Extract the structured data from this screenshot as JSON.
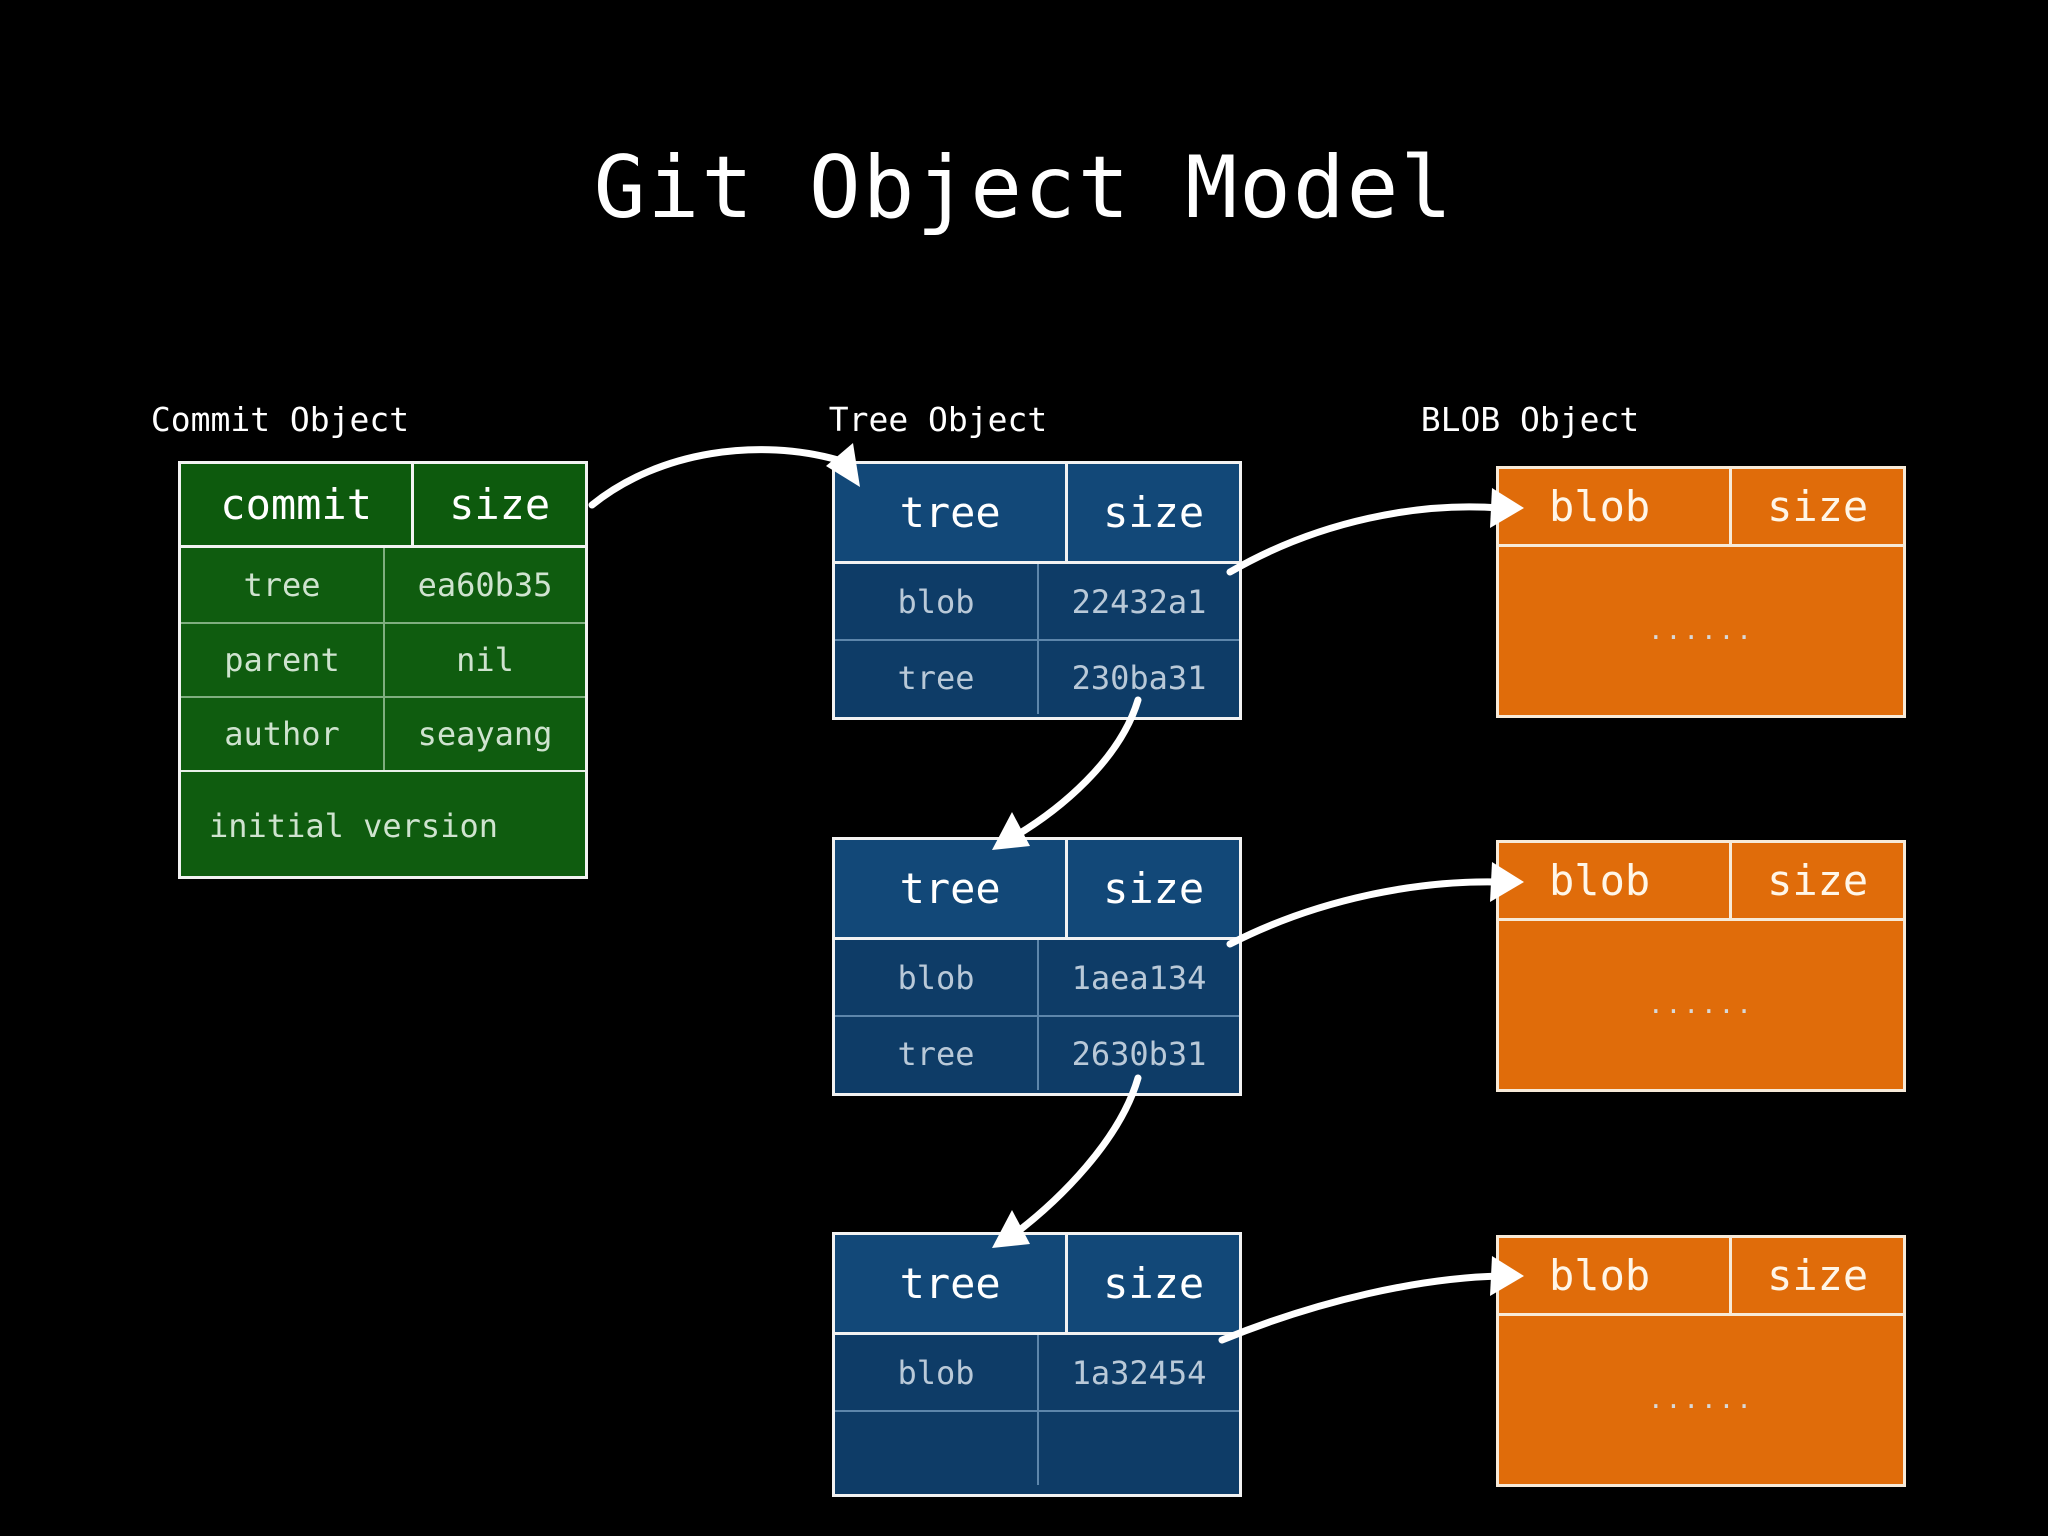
{
  "title": "Git Object Model",
  "captions": {
    "commit": "Commit Object",
    "tree": "Tree Object",
    "blob": "BLOB Object"
  },
  "colors": {
    "background": "#000000",
    "commit_green": "#0f5c0f",
    "tree_blue": "#0e3c67",
    "blob_orange": "#e06c0a",
    "border": "#f2f2f2",
    "title_text": "#ffffff"
  },
  "commit_object": {
    "header": {
      "type": "commit",
      "size": "size"
    },
    "rows": [
      {
        "key": "tree",
        "value": "ea60b35"
      },
      {
        "key": "parent",
        "value": "nil"
      },
      {
        "key": "author",
        "value": "seayang"
      }
    ],
    "message": "initial version"
  },
  "tree_objects": [
    {
      "header": {
        "type": "tree",
        "size": "size"
      },
      "rows": [
        {
          "key": "blob",
          "value": "22432a1"
        },
        {
          "key": "tree",
          "value": "230ba31"
        }
      ]
    },
    {
      "header": {
        "type": "tree",
        "size": "size"
      },
      "rows": [
        {
          "key": "blob",
          "value": "1aea134"
        },
        {
          "key": "tree",
          "value": "2630b31"
        }
      ]
    },
    {
      "header": {
        "type": "tree",
        "size": "size"
      },
      "rows": [
        {
          "key": "blob",
          "value": "1a32454"
        },
        {
          "key": "",
          "value": ""
        }
      ]
    }
  ],
  "blob_objects": [
    {
      "header": {
        "type": "blob",
        "size": "size"
      },
      "body": "......"
    },
    {
      "header": {
        "type": "blob",
        "size": "size"
      },
      "body": "......"
    },
    {
      "header": {
        "type": "blob",
        "size": "size"
      },
      "body": "......"
    }
  ],
  "arrows": [
    {
      "name": "commit-to-tree1",
      "from": "commit-size-cell",
      "to": "tree-1-header"
    },
    {
      "name": "tree1-blob-to-blob1",
      "from": "tree-1-blob-row",
      "to": "blob-1-header"
    },
    {
      "name": "tree1-tree-to-tree2",
      "from": "tree-1-tree-row",
      "to": "tree-2-header"
    },
    {
      "name": "tree2-blob-to-blob2",
      "from": "tree-2-blob-row",
      "to": "blob-2-header"
    },
    {
      "name": "tree2-tree-to-tree3",
      "from": "tree-2-tree-row",
      "to": "tree-3-header"
    },
    {
      "name": "tree3-blob-to-blob3",
      "from": "tree-3-blob-row",
      "to": "blob-3-header"
    }
  ]
}
